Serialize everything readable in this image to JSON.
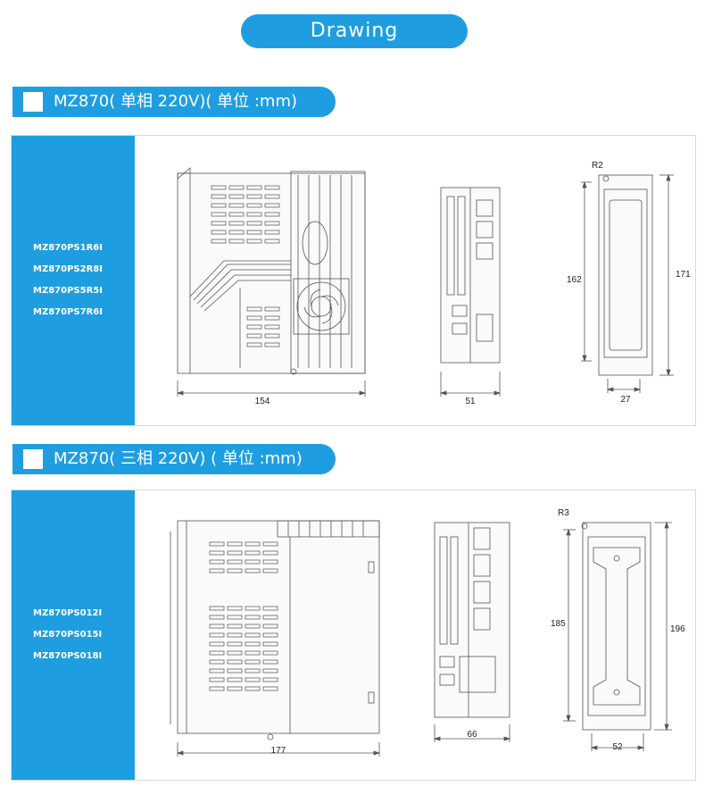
{
  "title": "Drawing",
  "sections": [
    {
      "heading": "MZ870( 单相 220V)( 单位 :mm)",
      "models": [
        "MZ870PS1R6I",
        "MZ870PS2R8I",
        "MZ870PS5R5I",
        "MZ870PS7R6I"
      ],
      "dims": {
        "front_width": "154",
        "side_width": "51",
        "radius": "R2",
        "inner_height": "162",
        "outer_height": "171",
        "mount_width": "27"
      }
    },
    {
      "heading": "MZ870( 三相 220V) ( 单位 :mm)",
      "models": [
        "MZ870PS012I",
        "MZ870PS015I",
        "MZ870PS018I"
      ],
      "dims": {
        "front_width": "177",
        "side_width": "66",
        "radius": "R3",
        "inner_height": "185",
        "outer_height": "196",
        "mount_width": "52"
      }
    }
  ]
}
